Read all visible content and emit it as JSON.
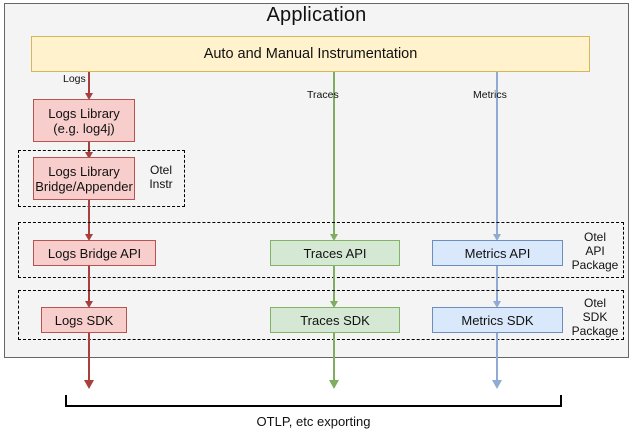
{
  "app": {
    "title": "Application"
  },
  "instrumentation": {
    "label": "Auto and Manual Instrumentation"
  },
  "signals": [
    {
      "key": "logs",
      "label": "Logs",
      "color": "#a93f3c"
    },
    {
      "key": "traces",
      "label": "Traces",
      "color": "#7fae63"
    },
    {
      "key": "metrics",
      "label": "Metrics",
      "color": "#8fabd4"
    }
  ],
  "nodes": {
    "logs_library": "Logs Library\n(e.g. log4j)",
    "logs_library_line1": "Logs Library",
    "logs_library_line2": "(e.g. log4j)",
    "logs_bridge_appender_line1": "Logs Library",
    "logs_bridge_appender_line2": "Bridge/Appender",
    "logs_bridge_api": "Logs Bridge API",
    "traces_api": "Traces API",
    "metrics_api": "Metrics API",
    "logs_sdk": "Logs SDK",
    "traces_sdk": "Traces SDK",
    "metrics_sdk": "Metrics SDK"
  },
  "groups": {
    "otel_instr_line1": "Otel",
    "otel_instr_line2": "Instr",
    "otel_api_line1": "Otel",
    "otel_api_line2": "API",
    "otel_api_line3": "Package",
    "otel_sdk_line1": "Otel",
    "otel_sdk_line2": "SDK",
    "otel_sdk_line3": "Package"
  },
  "export": {
    "label": "OTLP, etc exporting"
  },
  "colors": {
    "logs_fill": "#f8cecc",
    "logs_stroke": "#b85450",
    "traces_fill": "#d5e8d4",
    "traces_stroke": "#82b366",
    "metrics_fill": "#dae8fc",
    "metrics_stroke": "#6c8ebf",
    "instrumentation_fill": "#fff2cc",
    "instrumentation_stroke": "#d6b656",
    "app_background": "#f4f4f4",
    "app_border": "#666666"
  }
}
